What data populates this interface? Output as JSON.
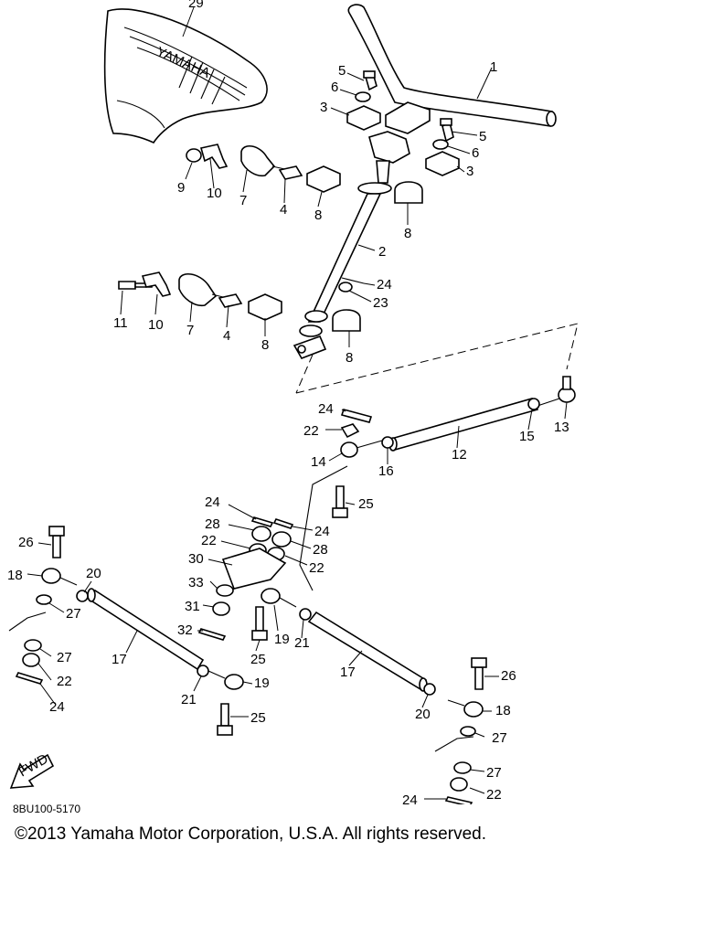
{
  "diagram": {
    "code": "8BU100-5170",
    "copyright": "©2013 Yamaha Motor Corporation, U.S.A. All rights reserved.",
    "fwd_label": "FWD",
    "seat_logo_text": "YAMAHA",
    "callouts": [
      {
        "id": "c29a",
        "label": "29"
      },
      {
        "id": "c1",
        "label": "1"
      },
      {
        "id": "c5a",
        "label": "5"
      },
      {
        "id": "c6a",
        "label": "6"
      },
      {
        "id": "c3a",
        "label": "3"
      },
      {
        "id": "c5b",
        "label": "5"
      },
      {
        "id": "c6b",
        "label": "6"
      },
      {
        "id": "c3b",
        "label": "3"
      },
      {
        "id": "c9",
        "label": "9"
      },
      {
        "id": "c10a",
        "label": "10"
      },
      {
        "id": "c7a",
        "label": "7"
      },
      {
        "id": "c4a",
        "label": "4"
      },
      {
        "id": "c8a",
        "label": "8"
      },
      {
        "id": "c8b",
        "label": "8"
      },
      {
        "id": "c2",
        "label": "2"
      },
      {
        "id": "c24a",
        "label": "24"
      },
      {
        "id": "c23",
        "label": "23"
      },
      {
        "id": "c11",
        "label": "11"
      },
      {
        "id": "c10b",
        "label": "10"
      },
      {
        "id": "c7b",
        "label": "7"
      },
      {
        "id": "c4b",
        "label": "4"
      },
      {
        "id": "c8c",
        "label": "8"
      },
      {
        "id": "c8d",
        "label": "8"
      },
      {
        "id": "c24b",
        "label": "24"
      },
      {
        "id": "c22a",
        "label": "22"
      },
      {
        "id": "c13",
        "label": "13"
      },
      {
        "id": "c15",
        "label": "15"
      },
      {
        "id": "c14",
        "label": "14"
      },
      {
        "id": "c16",
        "label": "16"
      },
      {
        "id": "c12",
        "label": "12"
      },
      {
        "id": "c25a",
        "label": "25"
      },
      {
        "id": "c24c",
        "label": "24"
      },
      {
        "id": "c28a",
        "label": "28"
      },
      {
        "id": "c24d",
        "label": "24"
      },
      {
        "id": "c22b",
        "label": "22"
      },
      {
        "id": "c28b",
        "label": "28"
      },
      {
        "id": "c30",
        "label": "30"
      },
      {
        "id": "c22c",
        "label": "22"
      },
      {
        "id": "c33",
        "label": "33"
      },
      {
        "id": "c31",
        "label": "31"
      },
      {
        "id": "c32",
        "label": "32"
      },
      {
        "id": "c26a",
        "label": "26"
      },
      {
        "id": "c18a",
        "label": "18"
      },
      {
        "id": "c20a",
        "label": "20"
      },
      {
        "id": "c27a",
        "label": "27"
      },
      {
        "id": "c27b",
        "label": "27"
      },
      {
        "id": "c22d",
        "label": "22"
      },
      {
        "id": "c24e",
        "label": "24"
      },
      {
        "id": "c17a",
        "label": "17"
      },
      {
        "id": "c19a",
        "label": "19"
      },
      {
        "id": "c25b",
        "label": "25"
      },
      {
        "id": "c21a",
        "label": "21"
      },
      {
        "id": "c17b",
        "label": "17"
      },
      {
        "id": "c21b",
        "label": "21"
      },
      {
        "id": "c19b",
        "label": "19"
      },
      {
        "id": "c25c",
        "label": "25"
      },
      {
        "id": "c26b",
        "label": "26"
      },
      {
        "id": "c20b",
        "label": "20"
      },
      {
        "id": "c18b",
        "label": "18"
      },
      {
        "id": "c27c",
        "label": "27"
      },
      {
        "id": "c27d",
        "label": "27"
      },
      {
        "id": "c22e",
        "label": "22"
      },
      {
        "id": "c24f",
        "label": "24"
      }
    ]
  }
}
